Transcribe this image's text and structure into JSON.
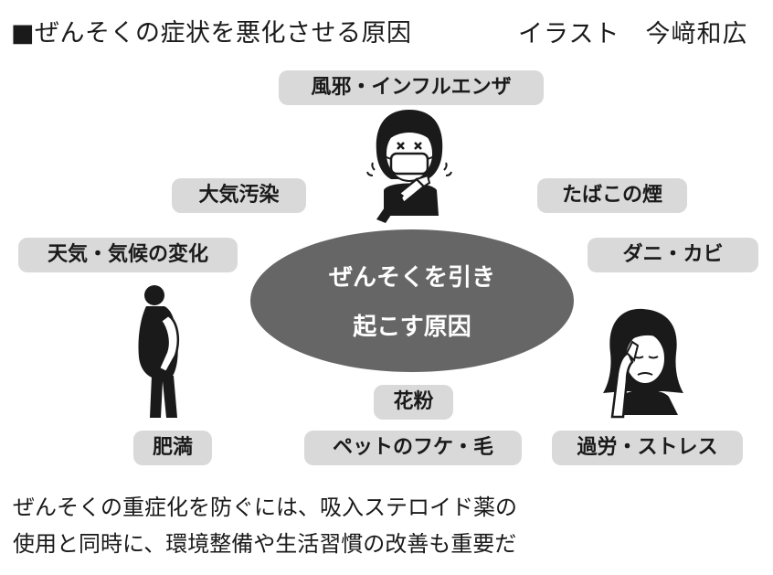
{
  "header": {
    "title": "■ぜんそくの症状を悪化させる原因",
    "credit": "イラスト　今﨑和広"
  },
  "center": {
    "line1": "ぜんそくを引き",
    "line2": "起こす原因"
  },
  "causes": {
    "flu": "風邪・インフルエンザ",
    "pollution": "大気汚染",
    "tobacco": "たばこの煙",
    "weather": "天気・気候の変化",
    "mites": "ダニ・カビ",
    "pollen": "花粉",
    "obesity": "肥満",
    "pet": "ペットのフケ・毛",
    "stress": "過労・ストレス"
  },
  "caption": {
    "line1": "ぜんそくの重症化を防ぐには、吸入ステロイド薬の",
    "line2": "使用と同時に、環境整備や生活習慣の改善も重要だ"
  }
}
